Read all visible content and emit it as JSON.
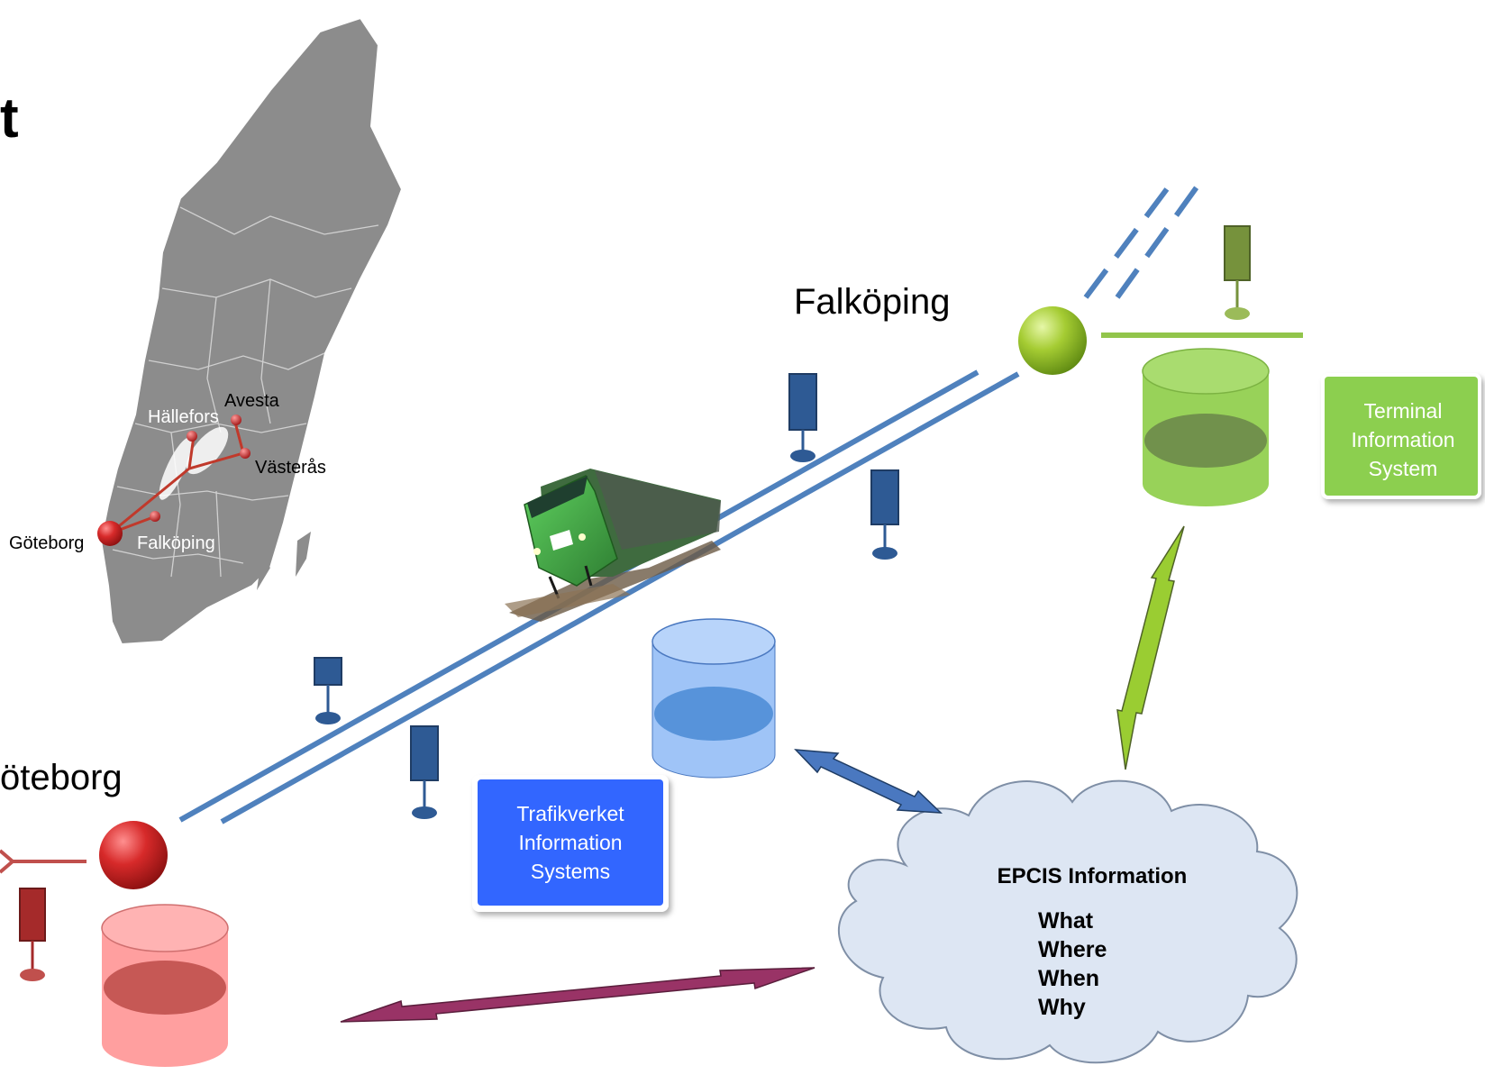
{
  "title_fragment": "t",
  "map": {
    "labels": [
      "Avesta",
      "Hällefors",
      "Västerås",
      "Göteborg",
      "Falköping"
    ]
  },
  "stations": {
    "falkoping": "Falköping",
    "goteborg": "öteborg"
  },
  "boxes": {
    "terminal": [
      "Terminal",
      "Information",
      "System"
    ],
    "trafikverket": [
      "Trafikverket",
      "Information",
      "Systems"
    ]
  },
  "cloud": {
    "title": "EPCIS Information",
    "items": [
      "What",
      "Where",
      "When",
      "Why"
    ]
  },
  "colors": {
    "track": "#4f81bd",
    "sensor_blue": "#2e5a94",
    "sensor_green": "#76923c",
    "sensor_red": "#a52a2a",
    "green_db": "#92d050",
    "blue_db": "#9fc4f7",
    "red_db": "#ff9f9f",
    "terminal_box": "#8ccf50",
    "trafikverket_box": "#3366ff",
    "cloud_fill": "#dde6f3",
    "arrow_green": "#9acd32",
    "arrow_blue": "#4a78c0",
    "arrow_maroon": "#993366",
    "map_fill": "#8c8c8c",
    "map_route": "#c0392b"
  },
  "icons": [
    "train-image",
    "sweden-map",
    "database-icon",
    "sensor-post-icon",
    "station-node-icon",
    "cloud-icon"
  ]
}
